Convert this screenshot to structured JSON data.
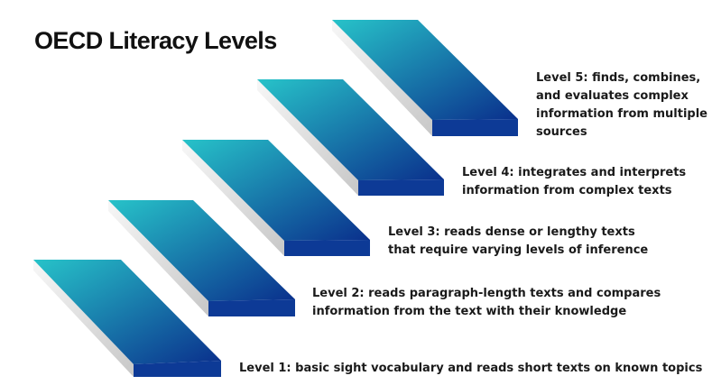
{
  "title": "OECD Literacy Levels",
  "colors": {
    "top_start": "#27c3c9",
    "top_end": "#0a2f8c",
    "front": "#0d3a96",
    "side_light": "#f7f7f7",
    "side_dark": "#c7c7c7",
    "text": "#1a1a1a"
  },
  "levels": [
    {
      "label": "Level 1",
      "lines": [
        "Level 1: basic sight vocabulary and reads short texts on known topics"
      ]
    },
    {
      "label": "Level 2",
      "lines": [
        "Level 2: reads paragraph-length texts and compares",
        "information from the text with their knowledge"
      ]
    },
    {
      "label": "Level 3",
      "lines": [
        "Level 3: reads dense or lengthy texts",
        "that require varying levels of inference"
      ]
    },
    {
      "label": "Level 4",
      "lines": [
        "Level 4: integrates and interprets",
        "information from complex texts"
      ]
    },
    {
      "label": "Level 5",
      "lines": [
        "Level 5: finds, combines,",
        "and evaluates complex",
        "information from multiple",
        "sources"
      ]
    }
  ]
}
